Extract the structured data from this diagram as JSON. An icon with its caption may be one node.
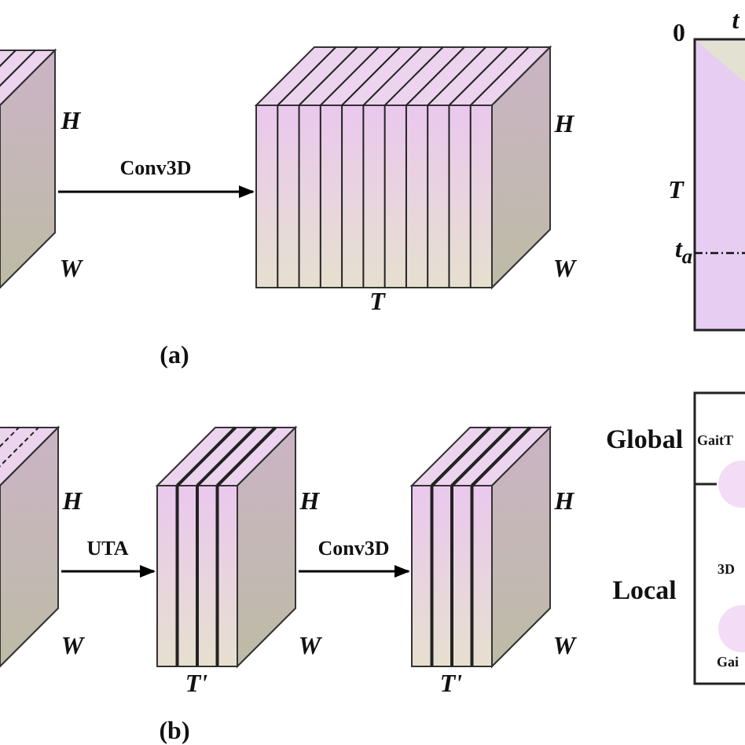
{
  "diagram": {
    "nodes": [
      {
        "text": [],
        "shape": "box",
        "beside": [
          "H",
          "W"
        ]
      },
      {
        "text": [],
        "shape": "box",
        "beside": [
          "H",
          "W",
          "T"
        ]
      },
      {
        "text": [],
        "shape": "box",
        "beside": [
          "0",
          "t",
          "T",
          "t$_{a}$"
        ]
      },
      {
        "text": [],
        "shape": "box",
        "beside": [
          "H",
          "W"
        ]
      },
      {
        "text": [],
        "shape": "box",
        "beside": [
          "H",
          "W",
          "T'"
        ]
      },
      {
        "text": [],
        "shape": "box",
        "beside": [
          "H",
          "W",
          "T'"
        ]
      },
      {
        "text": [
          "GaitT",
          "3D",
          "Gai"
        ],
        "beside": [
          "Global",
          "Local"
        ]
      }
    ],
    "edges": [
      {
        "from": 0,
        "to": 1,
        "arrow": "to",
        "label": "Conv3D"
      },
      {
        "from": 3,
        "to": 4,
        "arrow": "to",
        "label": "UTA"
      },
      {
        "from": 4,
        "to": 5,
        "arrow": "to",
        "label": "Conv3D"
      }
    ],
    "labels": [
      "(a)",
      "(b)"
    ]
  }
}
